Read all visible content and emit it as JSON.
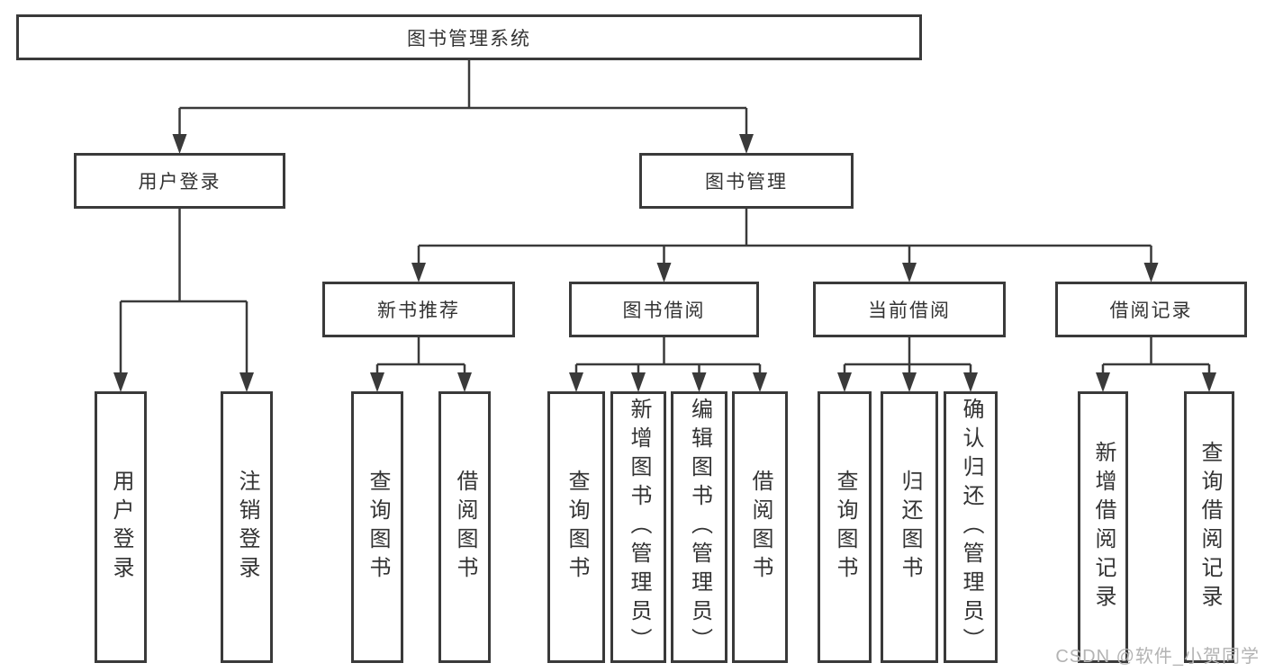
{
  "watermark": "CSDN @软件_小贺同学",
  "colors": {
    "line": "#3a3a3a",
    "text": "#333333",
    "background": "#ffffff",
    "watermark": "#b3b3b3"
  },
  "tree": {
    "id": "root",
    "label": "图书管理系统",
    "children": [
      {
        "id": "user-login",
        "label": "用户登录",
        "children": [
          {
            "id": "user-login-leaf",
            "label": "用户登录"
          },
          {
            "id": "logout-leaf",
            "label": "注销登录"
          }
        ]
      },
      {
        "id": "book-management",
        "label": "图书管理",
        "children": [
          {
            "id": "new-book-recommend",
            "label": "新书推荐",
            "children": [
              {
                "id": "nbr-query-books",
                "label": "查询图书"
              },
              {
                "id": "nbr-borrow-books",
                "label": "借阅图书"
              }
            ]
          },
          {
            "id": "book-borrowing",
            "label": "图书借阅",
            "children": [
              {
                "id": "bb-query-books",
                "label": "查询图书"
              },
              {
                "id": "bb-add-books",
                "label": "新增图书（管理员）"
              },
              {
                "id": "bb-edit-books",
                "label": "编辑图书（管理员）"
              },
              {
                "id": "bb-borrow-books",
                "label": "借阅图书"
              }
            ]
          },
          {
            "id": "current-borrowing",
            "label": "当前借阅",
            "children": [
              {
                "id": "cb-query-books",
                "label": "查询图书"
              },
              {
                "id": "cb-return-books",
                "label": "归还图书"
              },
              {
                "id": "cb-confirm-return",
                "label": "确认归还（管理员）"
              }
            ]
          },
          {
            "id": "borrowing-records",
            "label": "借阅记录",
            "children": [
              {
                "id": "br-add-record",
                "label": "新增借阅记录"
              },
              {
                "id": "br-query-record",
                "label": "查询借阅记录"
              }
            ]
          }
        ]
      }
    ]
  }
}
